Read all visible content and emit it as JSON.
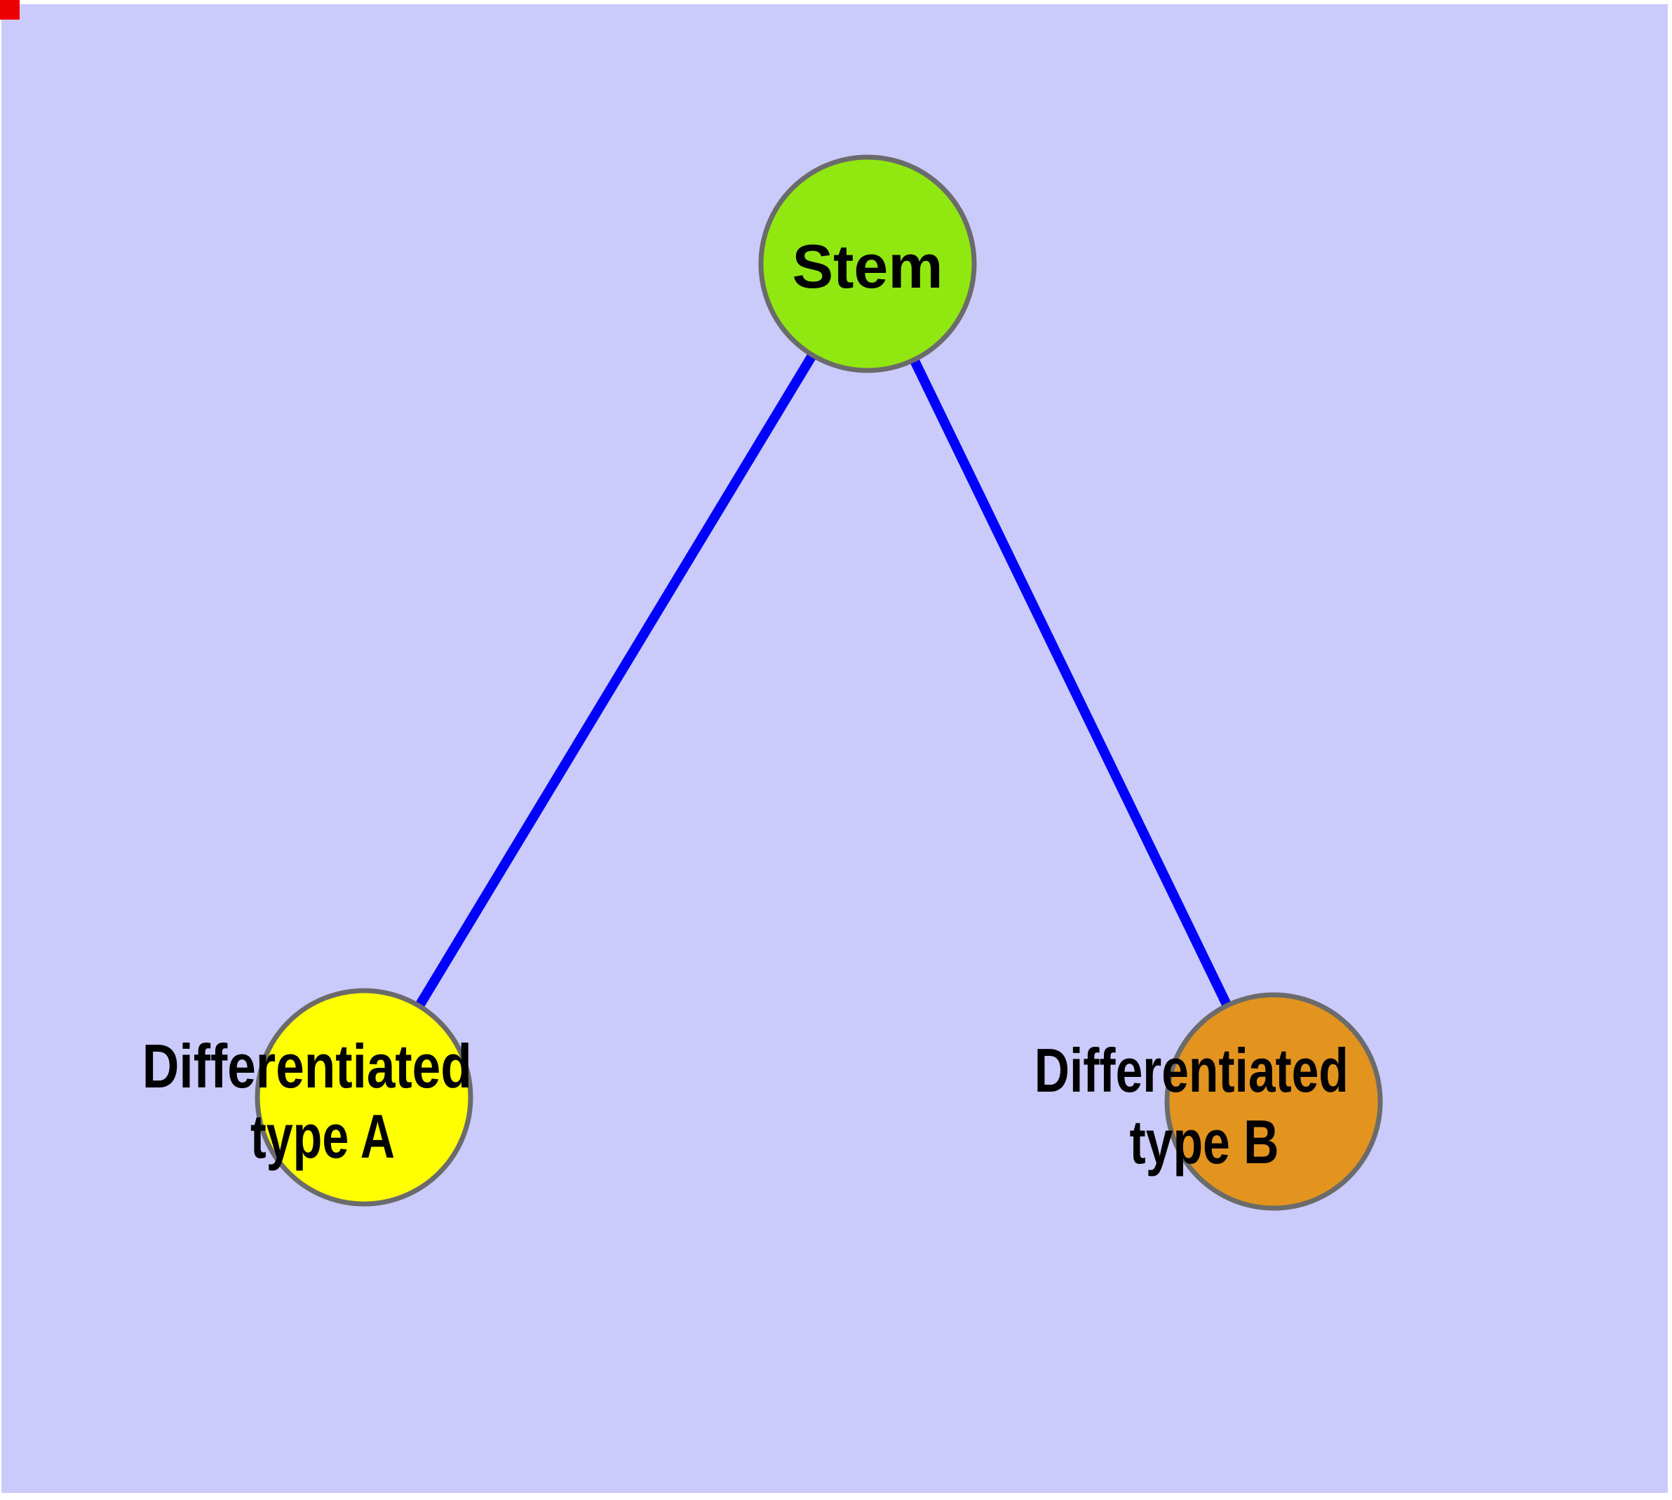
{
  "colors": {
    "page_background": "#FFFFFF",
    "canvas_background": "#CBCBFB",
    "edge": "#0000FF",
    "node_border": "#6B6B6B",
    "corner_marker": "#EE0000",
    "label_text": "#000000"
  },
  "nodes": {
    "stem": {
      "label": "Stem",
      "fill": "#90E810"
    },
    "type_a": {
      "label_line1": "Differentiated",
      "label_line2": "type A",
      "fill": "#FFFF00"
    },
    "type_b": {
      "label_line1": "Differentiated",
      "label_line2": "type B",
      "fill": "#E2941E"
    }
  },
  "edges": [
    {
      "from": "Stem",
      "to": "Differentiated type A"
    },
    {
      "from": "Stem",
      "to": "Differentiated type B"
    }
  ]
}
